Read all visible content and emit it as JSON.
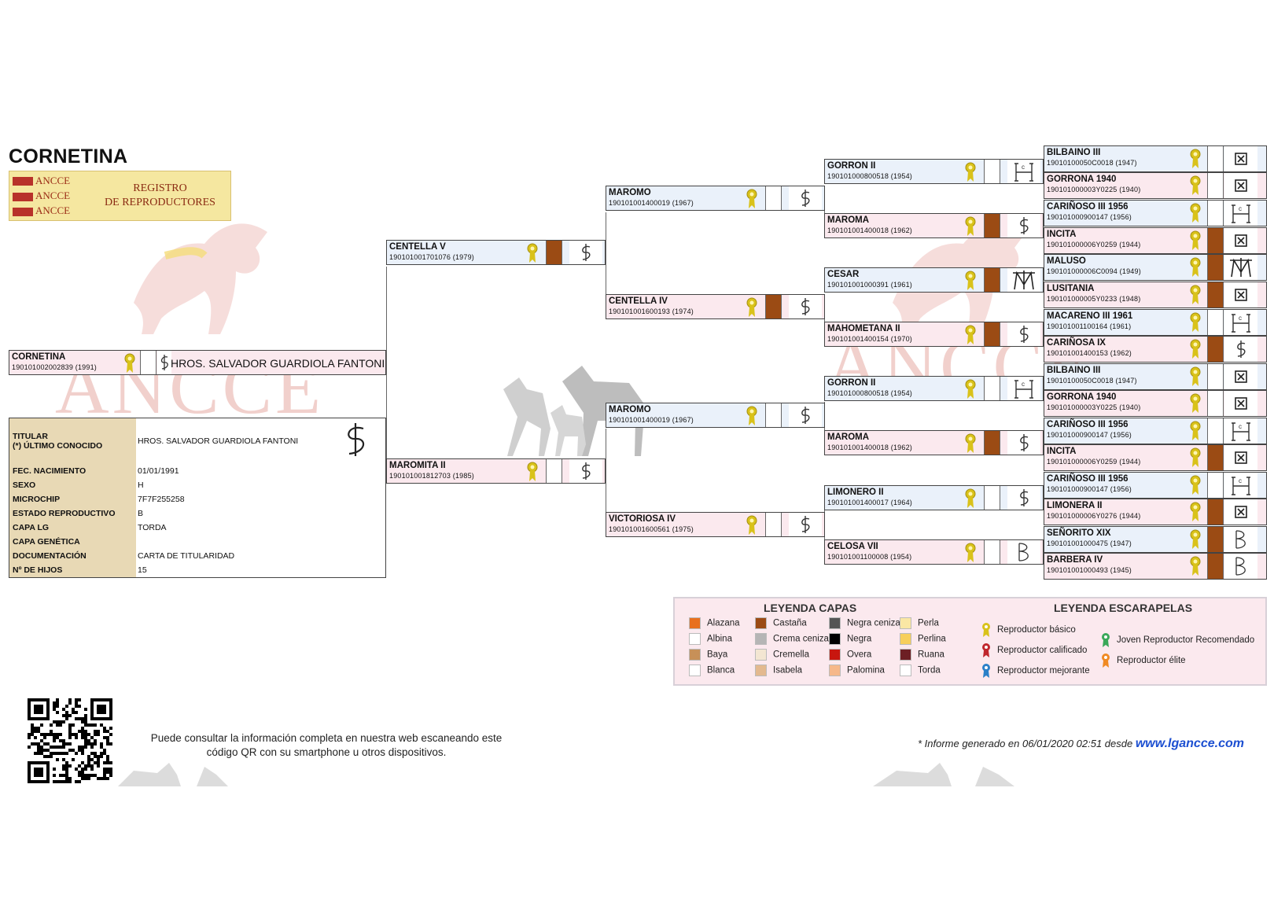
{
  "horse_name": "CORNETINA",
  "logo": {
    "badge_text": [
      "ANCCE",
      "ANCCE",
      "ANCCE"
    ],
    "title": "REGISTRO\nDE REPRODUCTORES"
  },
  "watermark_text": "ANCCE",
  "subject": {
    "name": "CORNETINA",
    "reg": "190101002002839 (1991)",
    "owner": "HROS. SALVADOR GUARDIOLA FANTONI"
  },
  "info": {
    "rows": [
      {
        "label": "TITULAR\n(*) ÚLTIMO CONOCIDO",
        "value": "HROS. SALVADOR GUARDIOLA FANTONI"
      },
      {
        "label": "FEC. NACIMIENTO",
        "value": "01/01/1991"
      },
      {
        "label": "SEXO",
        "value": "H"
      },
      {
        "label": "MICROCHIP",
        "value": "7F7F255258"
      },
      {
        "label": "ESTADO REPRODUCTIVO",
        "value": "B"
      },
      {
        "label": "CAPA LG",
        "value": "TORDA"
      },
      {
        "label": "CAPA GENÉTICA",
        "value": ""
      },
      {
        "label": "DOCUMENTACIÓN",
        "value": "CARTA DE TITULARIDAD"
      },
      {
        "label": "Nº DE HIJOS",
        "value": "15"
      }
    ]
  },
  "pedigree": {
    "gen1": [
      {
        "name": "CENTELLA V",
        "reg": "190101001701076 (1979)",
        "coat": "Castaña",
        "brand": "curl-icon"
      },
      {
        "name": "MAROMITA II",
        "reg": "190101001812703 (1985)",
        "coat": "Torda",
        "brand": "curl-icon"
      }
    ],
    "gen2": [
      {
        "name": "MAROMO",
        "reg": "190101001400019 (1967)",
        "coat": "Torda",
        "brand": "curl-icon"
      },
      {
        "name": "CENTELLA IV",
        "reg": "190101001600193 (1974)",
        "coat": "Castaña",
        "brand": "curl-icon"
      },
      {
        "name": "MAROMO",
        "reg": "190101001400019 (1967)",
        "coat": "Torda",
        "brand": "curl-icon"
      },
      {
        "name": "VICTORIOSA IV",
        "reg": "190101001600561 (1975)",
        "coat": "Torda",
        "brand": "curl-icon"
      }
    ],
    "gen3": [
      {
        "name": "GORRON II",
        "reg": "190101000800518 (1954)",
        "coat": "Torda",
        "brand": "h-brand-icon"
      },
      {
        "name": "MAROMA",
        "reg": "190101001400018 (1962)",
        "coat": "Castaña",
        "brand": "curl-icon"
      },
      {
        "name": "CESAR",
        "reg": "190101001000391 (1961)",
        "coat": "Castaña",
        "brand": "m-brand-icon"
      },
      {
        "name": "MAHOMETANA II",
        "reg": "190101001400154 (1970)",
        "coat": "Castaña",
        "brand": "curl-icon"
      },
      {
        "name": "GORRON II",
        "reg": "190101000800518 (1954)",
        "coat": "Torda",
        "brand": "h-brand-icon"
      },
      {
        "name": "MAROMA",
        "reg": "190101001400018 (1962)",
        "coat": "Castaña",
        "brand": "curl-icon"
      },
      {
        "name": "LIMONERO II",
        "reg": "190101001400017 (1964)",
        "coat": "Torda",
        "brand": "curl-icon"
      },
      {
        "name": "CELOSA VII",
        "reg": "190101001100008 (1954)",
        "coat": "Torda",
        "brand": "b-brand-icon"
      }
    ],
    "gen4": [
      {
        "name": "BILBAINO III",
        "reg": "19010100050C0018 (1947)",
        "coat": "Torda",
        "brand": "box-x-icon"
      },
      {
        "name": "GORRONA 1940",
        "reg": "190101000003Y0225 (1940)",
        "coat": "Torda",
        "brand": "box-x-icon"
      },
      {
        "name": "CARIÑOSO III 1956",
        "reg": "190101000900147 (1956)",
        "coat": "Torda",
        "brand": "h-brand-icon"
      },
      {
        "name": "INCITA",
        "reg": "190101000006Y0259 (1944)",
        "coat": "Castaña",
        "brand": "box-x-icon"
      },
      {
        "name": "MALUSO",
        "reg": "190101000006C0094 (1949)",
        "coat": "Castaña",
        "brand": "m-brand-icon"
      },
      {
        "name": "LUSITANIA",
        "reg": "190101000005Y0233 (1948)",
        "coat": "Castaña",
        "brand": "box-x-icon"
      },
      {
        "name": "MACARENO III 1961",
        "reg": "190101001100164 (1961)",
        "coat": "Torda",
        "brand": "h-brand-icon"
      },
      {
        "name": "CARIÑOSA IX",
        "reg": "190101001400153 (1962)",
        "coat": "Castaña",
        "brand": "curl-icon"
      },
      {
        "name": "BILBAINO III",
        "reg": "19010100050C0018 (1947)",
        "coat": "Torda",
        "brand": "box-x-icon"
      },
      {
        "name": "GORRONA 1940",
        "reg": "190101000003Y0225 (1940)",
        "coat": "Torda",
        "brand": "box-x-icon"
      },
      {
        "name": "CARIÑOSO III 1956",
        "reg": "190101000900147 (1956)",
        "coat": "Torda",
        "brand": "h-brand-icon"
      },
      {
        "name": "INCITA",
        "reg": "190101000006Y0259 (1944)",
        "coat": "Castaña",
        "brand": "box-x-icon"
      },
      {
        "name": "CARIÑOSO III 1956",
        "reg": "190101000900147 (1956)",
        "coat": "Torda",
        "brand": "h-brand-icon"
      },
      {
        "name": "LIMONERA II",
        "reg": "190101000006Y0276 (1944)",
        "coat": "Castaña",
        "brand": "box-x-icon"
      },
      {
        "name": "SEÑORITO XIX",
        "reg": "190101001000475 (1947)",
        "coat": "Castaña",
        "brand": "b-brand-icon"
      },
      {
        "name": "BARBERA IV",
        "reg": "190101001000493 (1945)",
        "coat": "Castaña",
        "brand": "b-brand-icon"
      }
    ]
  },
  "coat_colors": {
    "Alazana": "#e8701e",
    "Albina": "#ffffff",
    "Baya": "#c79058",
    "Blanca": "#ffffff",
    "Castaña": "#9b4b14",
    "Crema ceniza": "#b5b5b5",
    "Cremella": "#f3e6d2",
    "Isabela": "#e3b98f",
    "Negra ceniza": "#555555",
    "Negra": "#000000",
    "Overa": "#c8160f",
    "Palomina": "#f6b88a",
    "Perla": "#fae7a4",
    "Perlina": "#f7cf5c",
    "Ruana": "#6d1f24",
    "Torda": "#ffffff"
  },
  "legend": {
    "coats_title": "LEYENDA CAPAS",
    "coats": [
      "Alazana",
      "Albina",
      "Baya",
      "Blanca",
      "Castaña",
      "Crema ceniza",
      "Cremella",
      "Isabela",
      "Negra ceniza",
      "Negra",
      "Overa",
      "Palomina",
      "Perla",
      "Perlina",
      "Ruana",
      "Torda"
    ],
    "ribbons_title": "LEYENDA ESCARAPELAS",
    "ribbons": [
      {
        "label": "Reproductor básico",
        "color": "#d9c21a"
      },
      {
        "label": "Reproductor calificado",
        "color": "#c0262d"
      },
      {
        "label": "Reproductor mejorante",
        "color": "#2b80c8"
      },
      {
        "label": "Joven Reproductor Recomendado",
        "color": "#3aa859"
      },
      {
        "label": "Reproductor élite",
        "color": "#f08a24"
      }
    ]
  },
  "footer": {
    "qr_text": "Puede consultar la información completa en nuestra web escaneando este código QR con su smartphone u otros dispositivos.",
    "generated": "* Informe generado en 06/01/2020 02:51 desde",
    "site": "www.lgancce.com"
  }
}
